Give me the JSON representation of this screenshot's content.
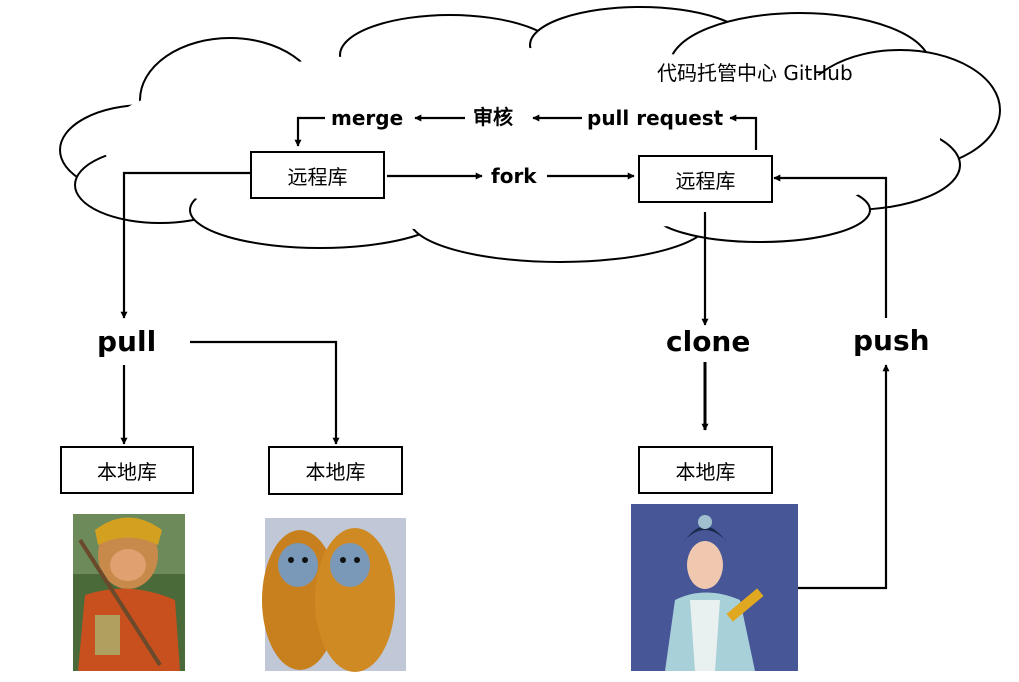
{
  "cloud_title": "代码托管中心 GitHub",
  "cloud_labels": {
    "merge": "merge",
    "review": "审核",
    "pull_request": "pull request",
    "fork": "fork"
  },
  "remote_repo_label": "远程库",
  "local_repo_label": "本地库",
  "actions": {
    "pull": "pull",
    "clone": "clone",
    "push": "push"
  },
  "colors": {
    "line": "#000000",
    "background": "#ffffff"
  },
  "photos": [
    "monkey-king",
    "golden-monkeys",
    "opera-actress"
  ]
}
